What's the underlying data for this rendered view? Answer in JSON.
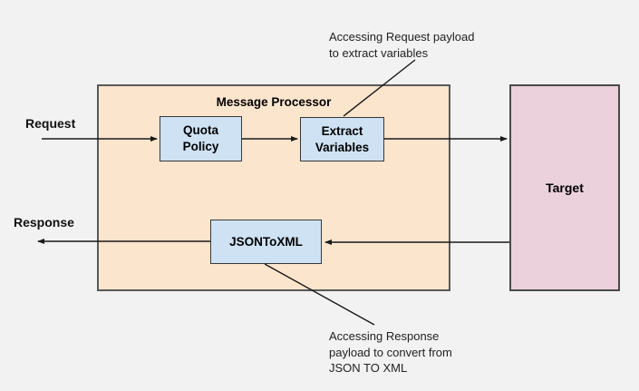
{
  "diagram": {
    "labels": {
      "request": "Request",
      "response": "Response"
    },
    "message_processor": {
      "title": "Message Processor"
    },
    "nodes": {
      "quota_policy": {
        "line1": "Quota",
        "line2": "Policy"
      },
      "extract_variables": {
        "line1": "Extract",
        "line2": "Variables"
      },
      "json_to_xml": {
        "label": "JSONToXML"
      },
      "target": {
        "label": "Target"
      }
    },
    "annotations": {
      "top": {
        "line1": "Accessing Request payload",
        "line2": "to extract variables"
      },
      "bottom": {
        "line1": "Accessing Response",
        "line2": "payload to convert from",
        "line3": "JSON TO XML"
      }
    },
    "colors": {
      "background": "#f2f2f2",
      "processor_fill": "#fce5cd",
      "policy_fill": "#cfe2f3",
      "target_fill": "#ead1dc",
      "border_dark": "#383838",
      "border_gray": "#595959",
      "arrow": "#1a1a1a"
    }
  }
}
